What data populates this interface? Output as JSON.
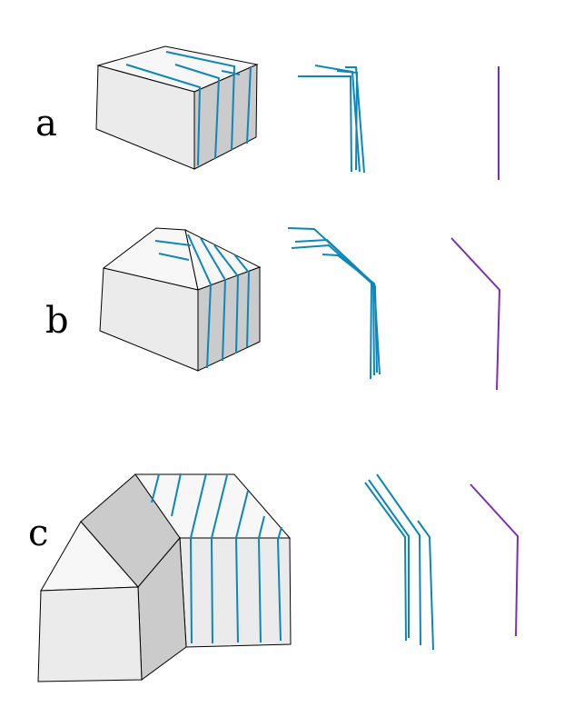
{
  "panels": [
    {
      "label": "a"
    },
    {
      "label": "b"
    },
    {
      "label": "c"
    }
  ],
  "colors": {
    "stroke_lines": "#0e86b8",
    "axis_line": "#7d2fb0",
    "face_light": "#ebebeb",
    "face_top": "#f7f7f7",
    "face_dark": "#cbcbcb"
  }
}
